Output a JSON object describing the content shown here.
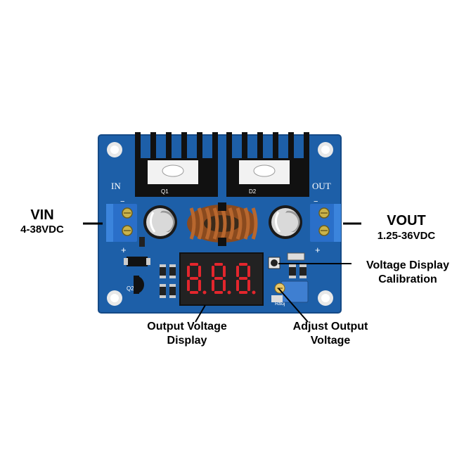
{
  "board": {
    "colors": {
      "pcb": "#1d5fa8",
      "pcb_dark": "#154a86",
      "heatsink": "#111111",
      "terminal": "#2a6fc9",
      "display_bg": "#222222",
      "segment": "#e3262d",
      "coil": "#b8672e",
      "pot": "#3f7fd1"
    },
    "silkscreen": {
      "in": "IN",
      "out": "OUT",
      "q1": "Q1",
      "d2": "D2",
      "q2": "Q2",
      "radj": "Radj",
      "plus": "+",
      "minus": "−"
    },
    "display_digits": "8.8.8."
  },
  "labels": {
    "vin_title": "VIN",
    "vin_range": "4-38VDC",
    "vout_title": "VOUT",
    "vout_range": "1.25-36VDC",
    "calib_line1": "Voltage Display",
    "calib_line2": "Calibration",
    "display_line1": "Output Voltage",
    "display_line2": "Display",
    "adjust_line1": "Adjust Output",
    "adjust_line2": "Voltage"
  }
}
